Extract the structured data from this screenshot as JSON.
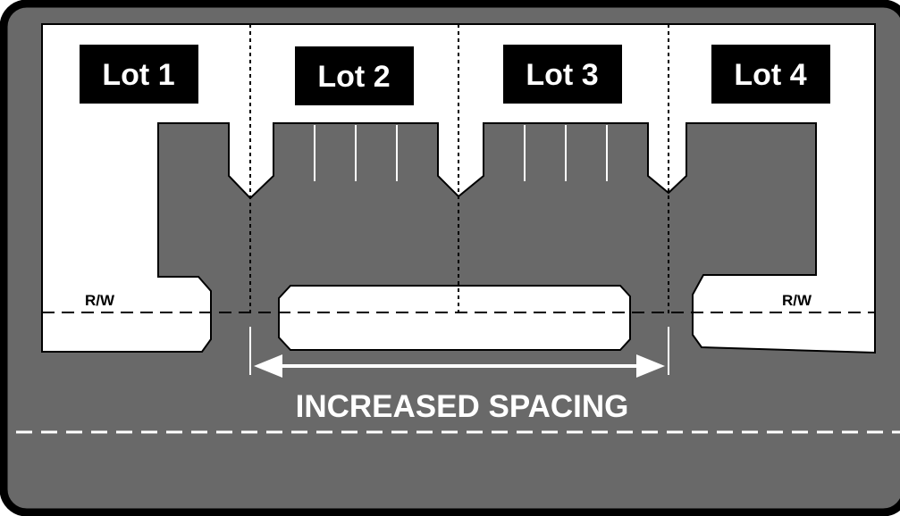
{
  "lots": [
    {
      "label": "Lot 1"
    },
    {
      "label": "Lot 2"
    },
    {
      "label": "Lot 3"
    },
    {
      "label": "Lot 4"
    }
  ],
  "right_of_way": {
    "left_label": "R/W",
    "right_label": "R/W"
  },
  "annotation": {
    "spacing_label": "INCREASED SPACING"
  },
  "colors": {
    "pavement": "#696969",
    "frame": "#000000",
    "land": "#ffffff",
    "label_background": "#000000"
  }
}
